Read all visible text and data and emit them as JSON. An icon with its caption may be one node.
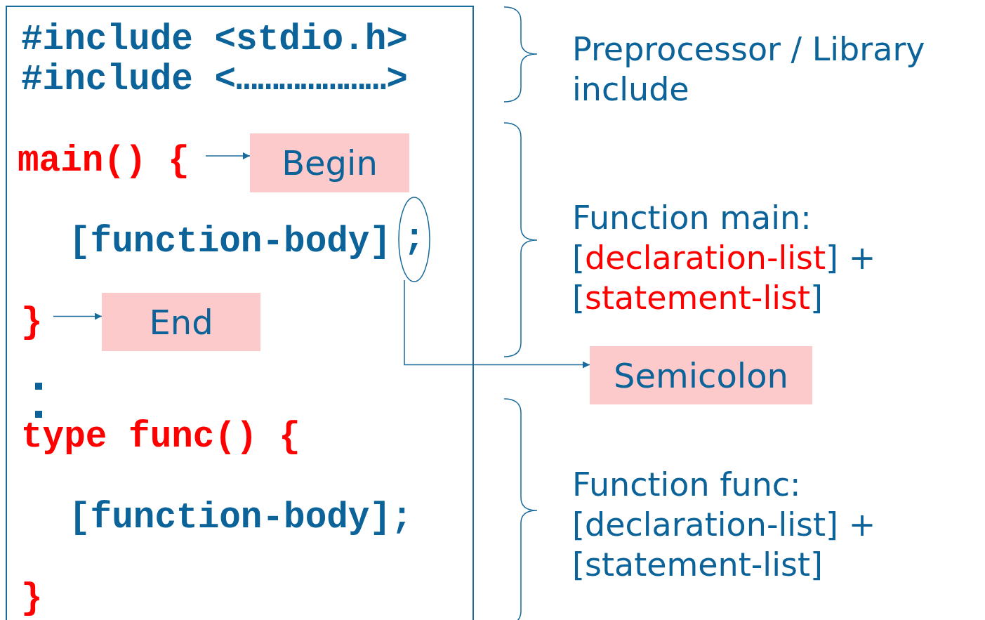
{
  "diagram": {
    "nodes": [
      {
        "text": [],
        "shape": "box"
      },
      {
        "text": [
          "#include <stdio.h>"
        ],
        "in": 0
      },
      {
        "text": [
          "#include <…………………>"
        ],
        "in": 0
      },
      {
        "text": [
          "main() {"
        ],
        "in": 0
      },
      {
        "text": [
          "Begin"
        ],
        "in": 0
      },
      {
        "text": [
          "[function-body]"
        ],
        "in": 0
      },
      {
        "text": [
          ";"
        ],
        "in": 0
      },
      {
        "text": [
          "}"
        ],
        "in": 0
      },
      {
        "text": [
          "End"
        ],
        "in": 0
      },
      {
        "text": [
          "type func() {"
        ],
        "in": 0
      },
      {
        "text": [
          "[function-body];"
        ],
        "in": 0
      },
      {
        "text": [
          "}"
        ],
        "in": 0
      },
      {
        "text": [
          "Preprocessor / Library include"
        ]
      },
      {
        "text": [
          "Function main: [*declaration-list*] + [*statement-list*]"
        ]
      },
      {
        "text": [
          "Function func: [declaration-list] + [statement-list]"
        ]
      },
      {
        "text": [
          "Semicolon"
        ]
      }
    ],
    "edges": [
      {
        "from": 3,
        "to": 4,
        "arrow": "to"
      },
      {
        "from": 7,
        "to": 8,
        "arrow": "to"
      },
      {
        "from": 6,
        "to": 15,
        "arrow": "to"
      }
    ]
  }
}
